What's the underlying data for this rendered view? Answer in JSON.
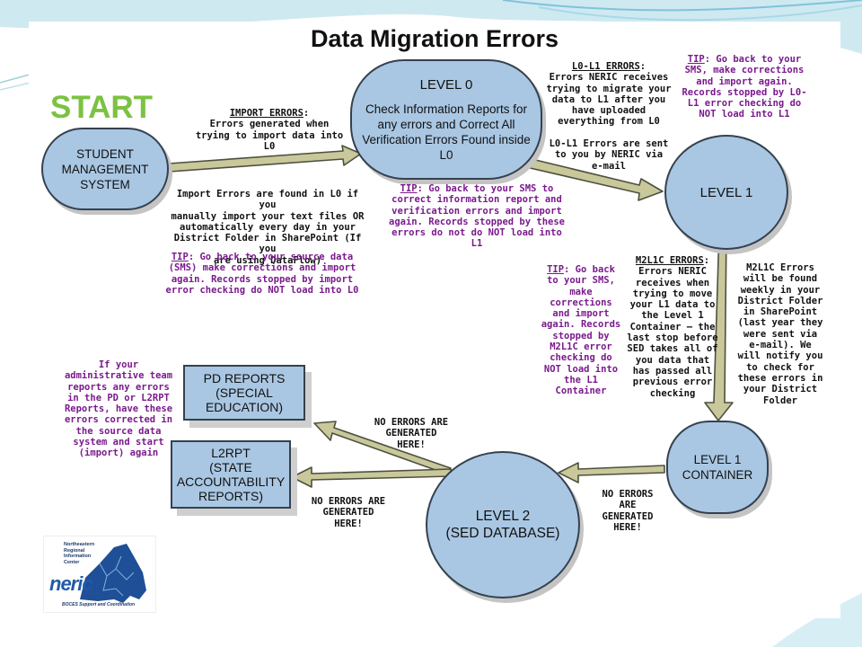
{
  "title": "Data Migration Errors",
  "start": "START",
  "nodes": {
    "sms": "STUDENT\nMANAGEMENT\nSYSTEM",
    "level0_title": "LEVEL 0",
    "level0_body": "Check Information Reports for any errors and Correct All Verification Errors Found inside L0",
    "level1": "LEVEL 1",
    "level1_container": "LEVEL 1\nCONTAINER",
    "level2": "LEVEL 2\n(SED DATABASE)",
    "pd_reports": "PD REPORTS\n(SPECIAL\nEDUCATION)",
    "l2rpt": "L2RPT\n(STATE\nACCOUNTABILITY\nREPORTS)"
  },
  "notes": {
    "import_errors_heading": "IMPORT ERRORS",
    "import_errors_body": "Errors generated when\ntrying to import data into L0",
    "import_found": "Import Errors are found in L0 if you\nmanually import your text files OR\nautomatically every day in your\nDistrict Folder in SharePoint (If you\nare using DataFlow)",
    "tip_word": "TIP",
    "tip_sms_source": ":   Go back to your source data\n(SMS) make corrections and import\nagain.  Records stopped by import\nerror checking do NOT load into L0",
    "tip_level0": ":   Go back to your SMS to\ncorrect information report and\nverification errors and import\nagain.  Records stopped by these\nerrors do not do NOT load into L1",
    "l0l1_heading": "L0-L1 ERRORS",
    "l0l1_body": "Errors NERIC receives\ntrying to migrate your\ndata to L1 after you\nhave uploaded\neverything from L0",
    "l0l1_sent": "L0-L1 Errors are sent\nto you by NERIC via\ne-mail",
    "tip_l0l1": ":   Go back to your\nSMS, make corrections\nand import again.\nRecords stopped by L0-\nL1 error checking do\nNOT load into L1",
    "m2l1c_heading": "M2L1C ERRORS",
    "m2l1c_body": "Errors NERIC\nreceives when\ntrying to move\nyour L1 data to\nthe Level 1\nContainer – the\nlast stop before\nSED takes all of\nyou data that\nhas passed all\nprevious error\nchecking",
    "tip_m2l1c_first": ":   Go back",
    "tip_m2l1c_rest": "to your SMS,\nmake\ncorrections\nand import\nagain. Records\nstopped by\nM2L1C error\nchecking do\nNOT load into\nthe L1\nContainer",
    "m2l1c_found": "M2L1C Errors\nwill be found\nweekly in your\nDistrict Folder\nin SharePoint\n(last year they\nwere sent via\ne-mail).  We\nwill notify you\nto check for\nthese errors in\nyour District\nFolder",
    "no_errors_container": "NO ERRORS\nARE\nGENERATED\nHERE!",
    "no_errors_pd": "NO ERRORS ARE\nGENERATED\nHERE!",
    "no_errors_l2rpt": "NO ERRORS ARE\nGENERATED\nHERE!",
    "admin_team": "If your\nadministrative team\nreports any errors\nin the PD or L2RPT\nReports, have these\nerrors corrected in\nthe source data\nsystem and start\n(import) again"
  },
  "logo": {
    "org_lines": "Northeastern\nRegional\nInformation\nCenter",
    "brand": "neric",
    "tagline": "BOCES Support and Coordination"
  },
  "colors": {
    "node_fill": "#a9c7e3",
    "arrow_fill": "#c9c89a",
    "start_green": "#7cc242",
    "tip_purple": "#7a1a8c"
  }
}
